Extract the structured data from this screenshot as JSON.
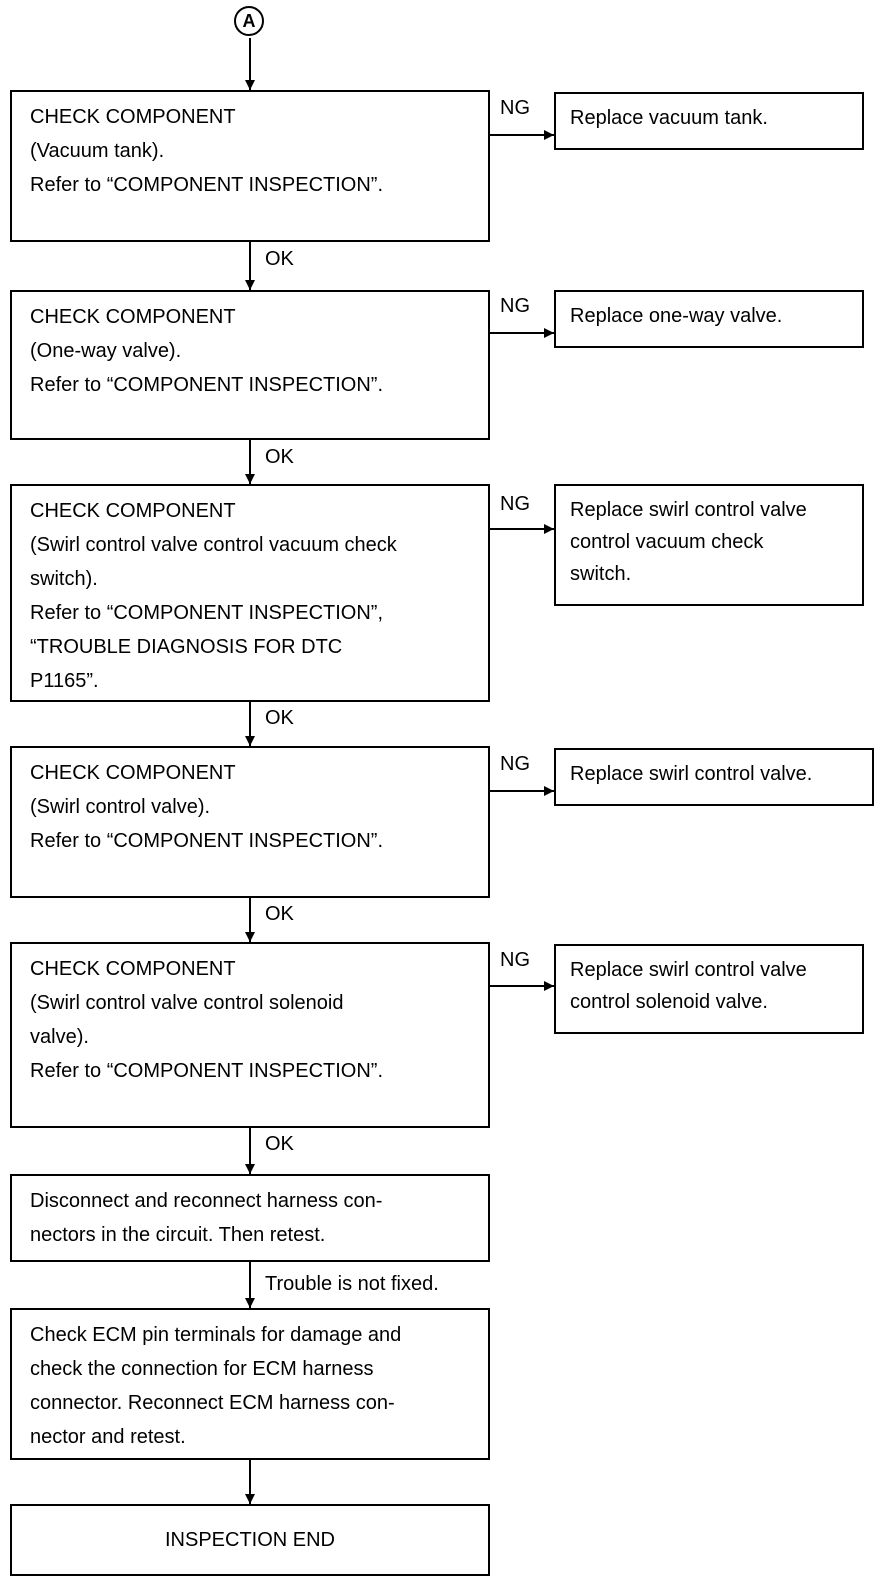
{
  "connector_label": "A",
  "steps": [
    {
      "lines": [
        "CHECK COMPONENT",
        "(Vacuum tank).",
        "Refer to “COMPONENT INSPECTION”."
      ],
      "ng_label": "NG",
      "ng_action": [
        "Replace vacuum tank."
      ],
      "ok_label": "OK"
    },
    {
      "lines": [
        "CHECK COMPONENT",
        "(One-way valve).",
        "Refer to “COMPONENT INSPECTION”."
      ],
      "ng_label": "NG",
      "ng_action": [
        "Replace one-way valve."
      ],
      "ok_label": "OK"
    },
    {
      "lines": [
        "CHECK COMPONENT",
        "(Swirl control valve control vacuum check",
        "switch).",
        "Refer to “COMPONENT INSPECTION”,",
        "“TROUBLE DIAGNOSIS FOR DTC",
        "P1165”."
      ],
      "ng_label": "NG",
      "ng_action": [
        "Replace swirl control valve",
        "control vacuum check",
        "switch."
      ],
      "ok_label": "OK"
    },
    {
      "lines": [
        "CHECK COMPONENT",
        "(Swirl control valve).",
        "Refer to “COMPONENT INSPECTION”."
      ],
      "ng_label": "NG",
      "ng_action": [
        "Replace swirl control valve."
      ],
      "ok_label": "OK"
    },
    {
      "lines": [
        "CHECK COMPONENT",
        "(Swirl control valve control solenoid",
        "valve).",
        "Refer to “COMPONENT INSPECTION”."
      ],
      "ng_label": "NG",
      "ng_action": [
        "Replace swirl control valve",
        "control solenoid valve."
      ],
      "ok_label": "OK"
    }
  ],
  "reconnect_step": {
    "lines": [
      "Disconnect and reconnect harness con-",
      "nectors in the circuit. Then retest."
    ]
  },
  "not_fixed_label": "Trouble is not fixed.",
  "ecm_step": {
    "lines": [
      "Check ECM pin terminals for damage and",
      "check the connection for ECM harness",
      "connector. Reconnect ECM harness con-",
      "nector and retest."
    ]
  },
  "end_label": "INSPECTION END"
}
